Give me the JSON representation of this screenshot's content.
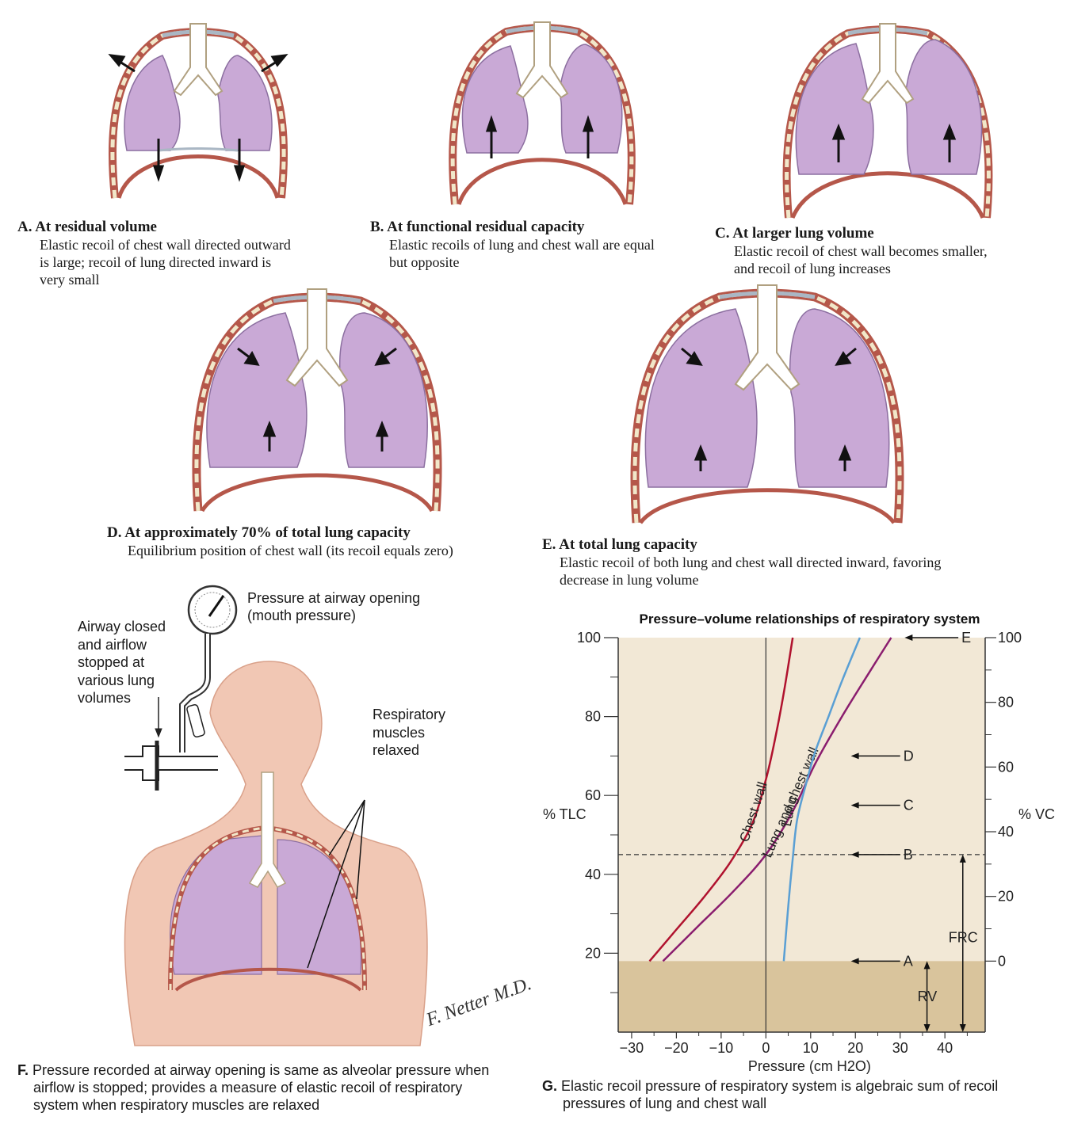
{
  "panels": {
    "a": {
      "letter": "A.",
      "title": "At residual volume",
      "lines": [
        "Elastic recoil of chest wall directed outward",
        "is large; recoil of lung directed inward is",
        "very small"
      ]
    },
    "b": {
      "letter": "B.",
      "title": "At functional residual capacity",
      "lines": [
        "Elastic recoils of lung and chest wall are equal",
        "but opposite"
      ]
    },
    "c": {
      "letter": "C.",
      "title": "At larger lung volume",
      "lines": [
        "Elastic recoil of chest wall becomes smaller,",
        "and recoil of lung increases"
      ]
    },
    "d": {
      "letter": "D.",
      "title": "At approximately 70% of total lung capacity",
      "lines": [
        "Equilibrium position of chest wall (its recoil equals zero)"
      ]
    },
    "e": {
      "letter": "E.",
      "title": "At total lung capacity",
      "lines": [
        "Elastic recoil of both lung and chest wall directed inward, favoring",
        "decrease in lung volume"
      ]
    },
    "f": {
      "letter": "F.",
      "lines": [
        "Pressure recorded at airway opening is same as alveolar pressure when",
        "airflow is stopped; provides a measure of elastic recoil of respiratory",
        "system when respiratory muscles are relaxed"
      ]
    },
    "g": {
      "letter": "G.",
      "lines": [
        "Elastic recoil pressure of respiratory system is algebraic sum of recoil",
        "pressures of lung and chest wall"
      ]
    }
  },
  "figure_f": {
    "gauge_label": [
      "Pressure at airway opening",
      "(mouth pressure)"
    ],
    "airway_label": [
      "Airway closed",
      "and airflow",
      "stopped at",
      "various lung",
      "volumes"
    ],
    "muscles_label": [
      "Respiratory",
      "muscles",
      "relaxed"
    ],
    "signature": "F. Netter M.D."
  },
  "chart_data": {
    "type": "line",
    "title": "Pressure–volume relationships of respiratory system",
    "xlabel": "Pressure (cm H2O)",
    "ylabel_left": "% TLC",
    "ylabel_right": "% VC",
    "xlim": [
      -33,
      49
    ],
    "ylim": [
      0,
      100
    ],
    "x_ticks": [
      "−30",
      "−20",
      "−10",
      "0",
      "10",
      "20",
      "30",
      "40"
    ],
    "x_tick_values": [
      -30,
      -20,
      -10,
      0,
      10,
      20,
      30,
      40
    ],
    "y_ticks_left": [
      "20",
      "40",
      "60",
      "80",
      "100"
    ],
    "y_tick_values_left": [
      20,
      40,
      60,
      80,
      100
    ],
    "y_ticks_right": [
      "0",
      "20",
      "40",
      "60",
      "80",
      "100"
    ],
    "y_tick_values_right": [
      18,
      34.4,
      50.8,
      67.2,
      83.6,
      100
    ],
    "series": [
      {
        "name": "Chest wall",
        "color": "#b0122e",
        "x": [
          -26,
          -20,
          -14,
          -8,
          -3,
          0,
          2,
          4,
          6
        ],
        "y": [
          18,
          26,
          34,
          43,
          53,
          64,
          74,
          86,
          100
        ]
      },
      {
        "name": "Lung and chest wall",
        "color": "#8a1d6e",
        "x": [
          -23,
          -15,
          -7,
          0,
          6,
          11,
          17,
          23,
          28
        ],
        "y": [
          18,
          27,
          36,
          45,
          56,
          68,
          80,
          91,
          100
        ]
      },
      {
        "name": "Lung",
        "color": "#5a9fd4",
        "x": [
          4,
          5,
          6,
          7,
          9,
          11,
          14,
          17,
          21
        ],
        "y": [
          18,
          32,
          44,
          54,
          63,
          71,
          80,
          89,
          100
        ]
      }
    ],
    "points": [
      {
        "label": "E",
        "y": 100
      },
      {
        "label": "D",
        "y": 70
      },
      {
        "label": "C",
        "y": 57.5
      },
      {
        "label": "B",
        "y": 45
      },
      {
        "label": "A",
        "y": 18
      }
    ],
    "frc_label": "FRC",
    "rv_label": "RV",
    "rv_level": 18,
    "frc_level": 45,
    "colors": {
      "background": "#f2e8d6",
      "rv_band": "#d9c49c"
    }
  },
  "colors": {
    "lung": "#c9a9d6",
    "lung_edge": "#8c6fa0",
    "rib": "#f1e7c9",
    "rib_edge": "#9a7c50",
    "muscle": "#b5574a",
    "skin": "#f1c7b4",
    "airway": "#ffffff"
  }
}
